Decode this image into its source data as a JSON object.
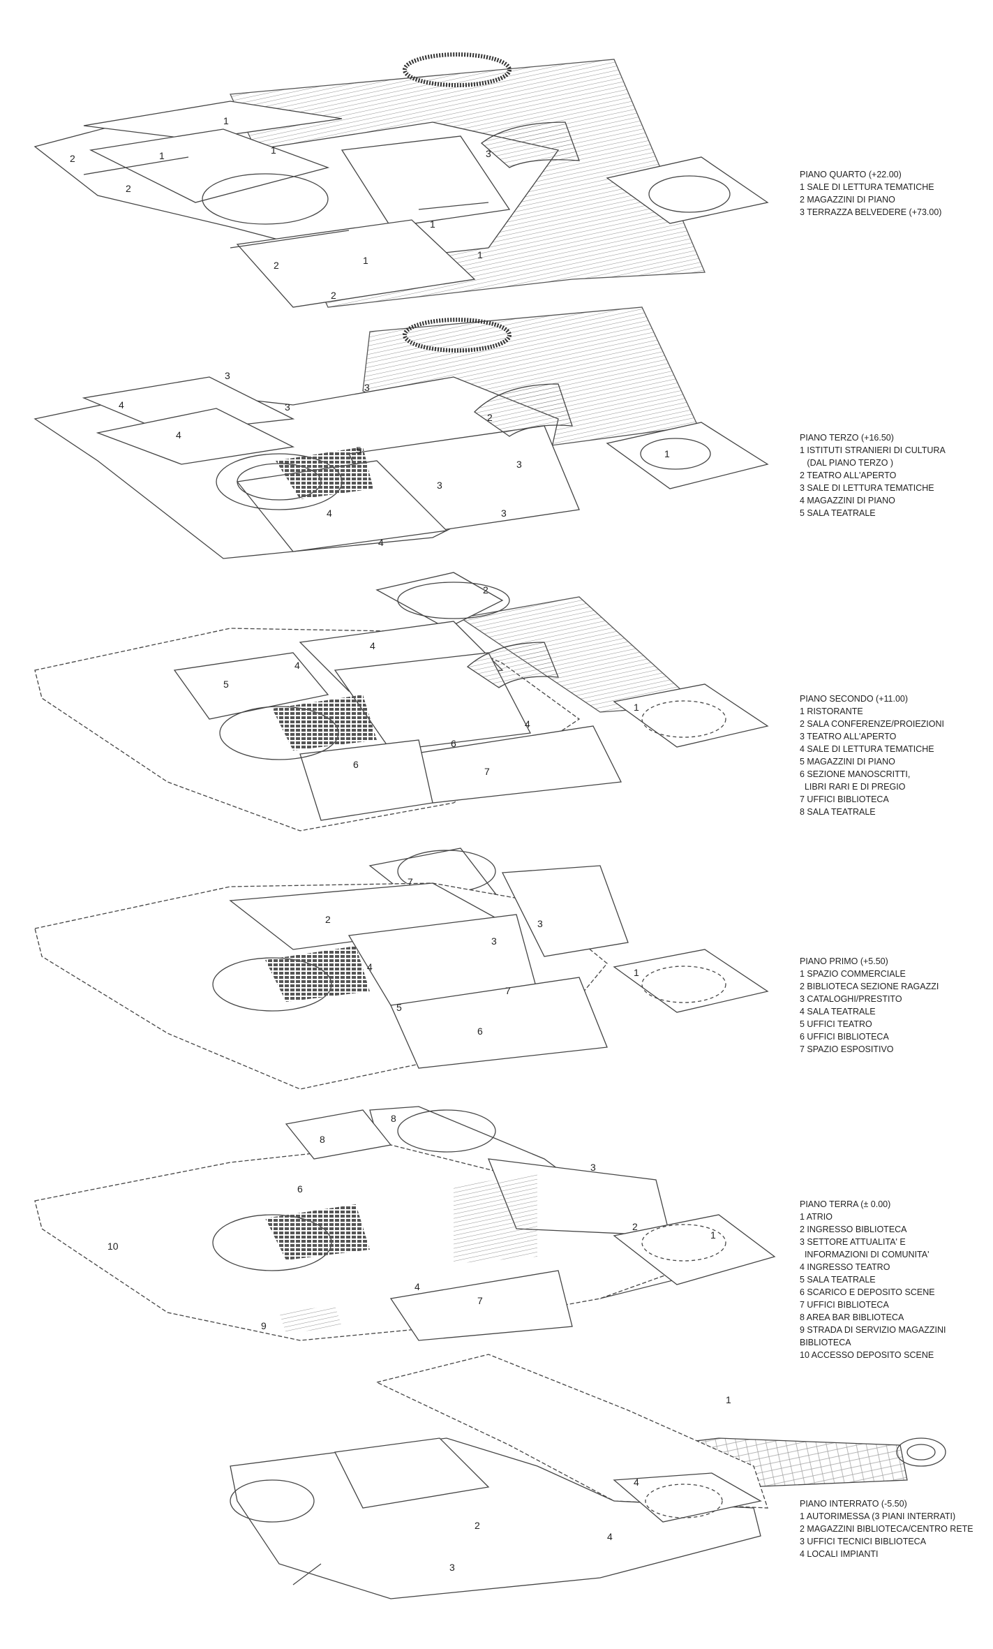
{
  "floors": [
    {
      "id": "quarto",
      "title": "PIANO QUARTO (+22.00)",
      "items": [
        "1 SALE DI LETTURA TEMATICHE",
        "2 MAGAZZINI DI PIANO",
        "3 TERRAZZA BELVEDERE (+73.00)"
      ],
      "room_labels": [
        "1",
        "2",
        "1",
        "1",
        "2",
        "3",
        "1",
        "1",
        "2",
        "1",
        "2"
      ]
    },
    {
      "id": "terzo",
      "title": "PIANO TERZO (+16.50)",
      "items": [
        "1 ISTITUTI STRANIERI DI CULTURA",
        "   (DAL PIANO TERZO )",
        "2 TEATRO ALL'APERTO",
        "3 SALE DI LETTURA TEMATICHE",
        "4 MAGAZZINI DI PIANO",
        "5 SALA TEATRALE"
      ],
      "room_labels": [
        "3",
        "4",
        "4",
        "3",
        "3",
        "5",
        "2",
        "3",
        "3",
        "3",
        "4",
        "4",
        "1"
      ]
    },
    {
      "id": "secondo",
      "title": "PIANO SECONDO (+11.00)",
      "items": [
        "1 RISTORANTE",
        "2 SALA CONFERENZE/PROIEZIONI",
        "3 TEATRO ALL'APERTO",
        "4 SALE DI LETTURA TEMATICHE",
        "5 MAGAZZINI DI PIANO",
        "6 SEZIONE MANOSCRITTI,",
        "  LIBRI RARI E DI PREGIO",
        "7 UFFICI BIBLIOTECA",
        "8 SALA TEATRALE"
      ],
      "room_labels": [
        "2",
        "4",
        "4",
        "5",
        "4",
        "6",
        "6",
        "7",
        "1"
      ]
    },
    {
      "id": "primo",
      "title": "PIANO PRIMO (+5.50)",
      "items": [
        "1 SPAZIO COMMERCIALE",
        "2 BIBLIOTECA SEZIONE RAGAZZI",
        "3 CATALOGHI/PRESTITO",
        "4 SALA TEATRALE",
        "5 UFFICI TEATRO",
        "6 UFFICI BIBLIOTECA",
        "7 SPAZIO ESPOSITIVO"
      ],
      "room_labels": [
        "7",
        "2",
        "3",
        "3",
        "4",
        "7",
        "5",
        "6",
        "1"
      ]
    },
    {
      "id": "terra",
      "title": "PIANO TERRA (± 0.00)",
      "items": [
        "1 ATRIO",
        "2 INGRESSO BIBLIOTECA",
        "3 SETTORE ATTUALITA' E",
        "  INFORMAZIONI DI COMUNITA'",
        "4 INGRESSO TEATRO",
        "5 SALA TEATRALE",
        "6 SCARICO E DEPOSITO SCENE",
        "7 UFFICI BIBLIOTECA",
        "8 AREA BAR BIBLIOTECA",
        "9 STRADA DI SERVIZIO MAGAZZINI BIBLIOTECA",
        "10 ACCESSO DEPOSITO SCENE"
      ],
      "room_labels": [
        "8",
        "8",
        "6",
        "3",
        "2",
        "1",
        "10",
        "4",
        "7",
        "9"
      ]
    },
    {
      "id": "interrato",
      "title": "PIANO INTERRATO (-5.50)",
      "items": [
        "1 AUTORIMESSA (3 PIANI INTERRATI)",
        "2 MAGAZZINI BIBLIOTECA/CENTRO RETE",
        "3 UFFICI TECNICI BIBLIOTECA",
        "4 LOCALI IMPIANTI"
      ],
      "room_labels": [
        "1",
        "4",
        "2",
        "4",
        "3"
      ]
    }
  ]
}
